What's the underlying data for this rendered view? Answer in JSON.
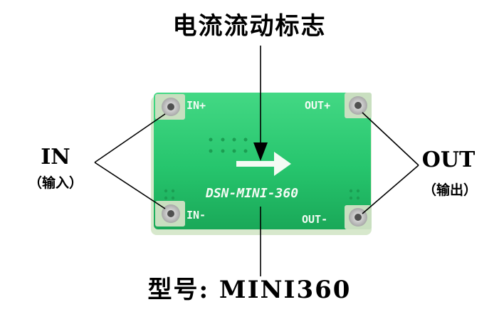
{
  "captions": {
    "top": "电流流动标志",
    "bottom": "型号: MINI360",
    "input": "IN",
    "input_sub": "（输入）",
    "output": "OUT",
    "output_sub": "（输出）"
  },
  "board": {
    "label": "DSN-MINI-360",
    "pins": {
      "in_plus": "IN+",
      "in_minus": "IN-",
      "out_plus": "OUT+",
      "out_minus": "OUT-"
    },
    "colors": {
      "pcb": "#22c46a",
      "pad": "#c8c8c8",
      "silkscreen": "#f4fbf4"
    },
    "icons": [
      "arrow-right-icon"
    ]
  }
}
